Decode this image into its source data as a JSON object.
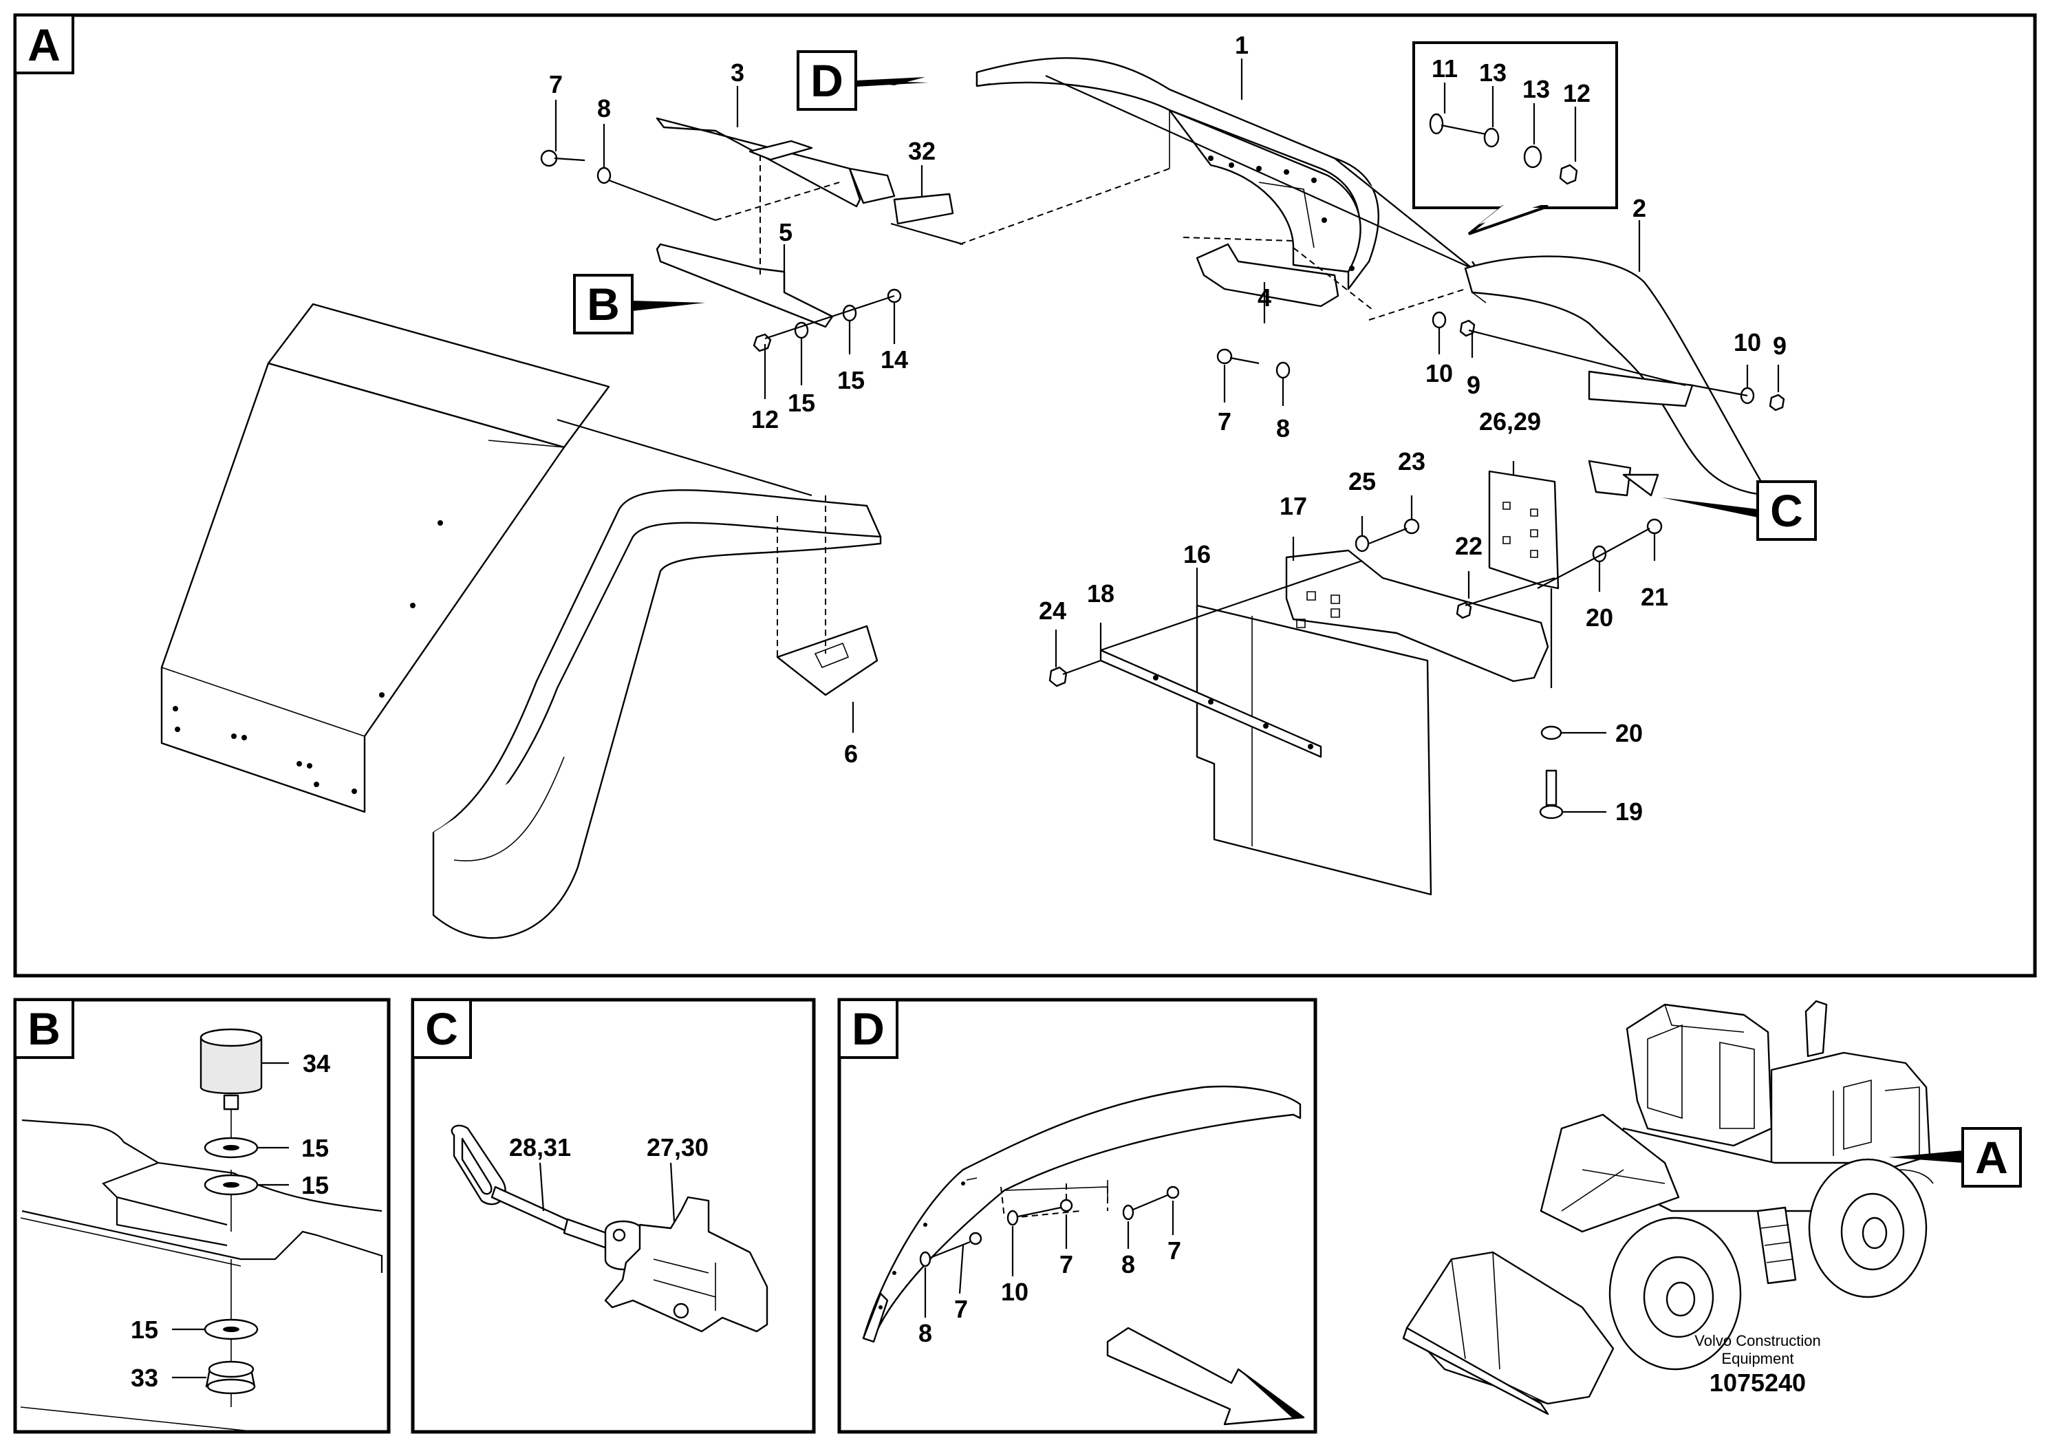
{
  "panels": {
    "A": {
      "label": "A"
    },
    "B": {
      "label": "B"
    },
    "C": {
      "label": "C"
    },
    "D": {
      "label": "D"
    }
  },
  "callouts": {
    "B": "B",
    "C": "C",
    "D": "D",
    "A_loader": "A"
  },
  "parts_A": {
    "p1": "1",
    "p2": "2",
    "p3": "3",
    "p4": "4",
    "p5": "5",
    "p6": "6",
    "p7a": "7",
    "p7b": "7",
    "p8a": "8",
    "p8b": "8",
    "p9a": "9",
    "p9b": "9",
    "p10a": "10",
    "p10b": "10",
    "p11": "11",
    "p12a": "12",
    "p12b": "12",
    "p13a": "13",
    "p13b": "13",
    "p14": "14",
    "p15a": "15",
    "p15b": "15",
    "p16": "16",
    "p17": "17",
    "p18": "18",
    "p19": "19",
    "p20a": "20",
    "p20b": "20",
    "p21": "21",
    "p22": "22",
    "p23": "23",
    "p24": "24",
    "p25": "25",
    "p26": "26,29",
    "p32": "32"
  },
  "parts_B": {
    "p34": "34",
    "p15a": "15",
    "p15b": "15",
    "p15c": "15",
    "p33": "33"
  },
  "parts_C": {
    "p28": "28,31",
    "p27": "27,30"
  },
  "parts_D": {
    "p8a": "8",
    "p7a": "7",
    "p10": "10",
    "p7b": "7",
    "p8b": "8",
    "p7c": "7"
  },
  "caption": {
    "company": "Volvo Construction",
    "company2": "Equipment",
    "doc_number": "1075240"
  }
}
